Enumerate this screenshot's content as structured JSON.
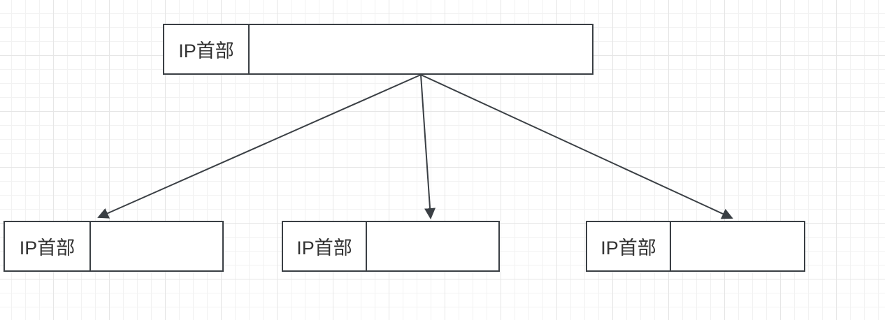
{
  "diagram": {
    "original_datagram": {
      "header_label": "IP首部"
    },
    "fragments": [
      {
        "header_label": "IP首部"
      },
      {
        "header_label": "IP首部"
      },
      {
        "header_label": "IP首部"
      }
    ],
    "colors": {
      "stroke": "#3a3f44",
      "text": "#333333",
      "background": "#ffffff",
      "grid_minor": "#f2f2f2",
      "grid_major": "#e6e6e6"
    }
  }
}
